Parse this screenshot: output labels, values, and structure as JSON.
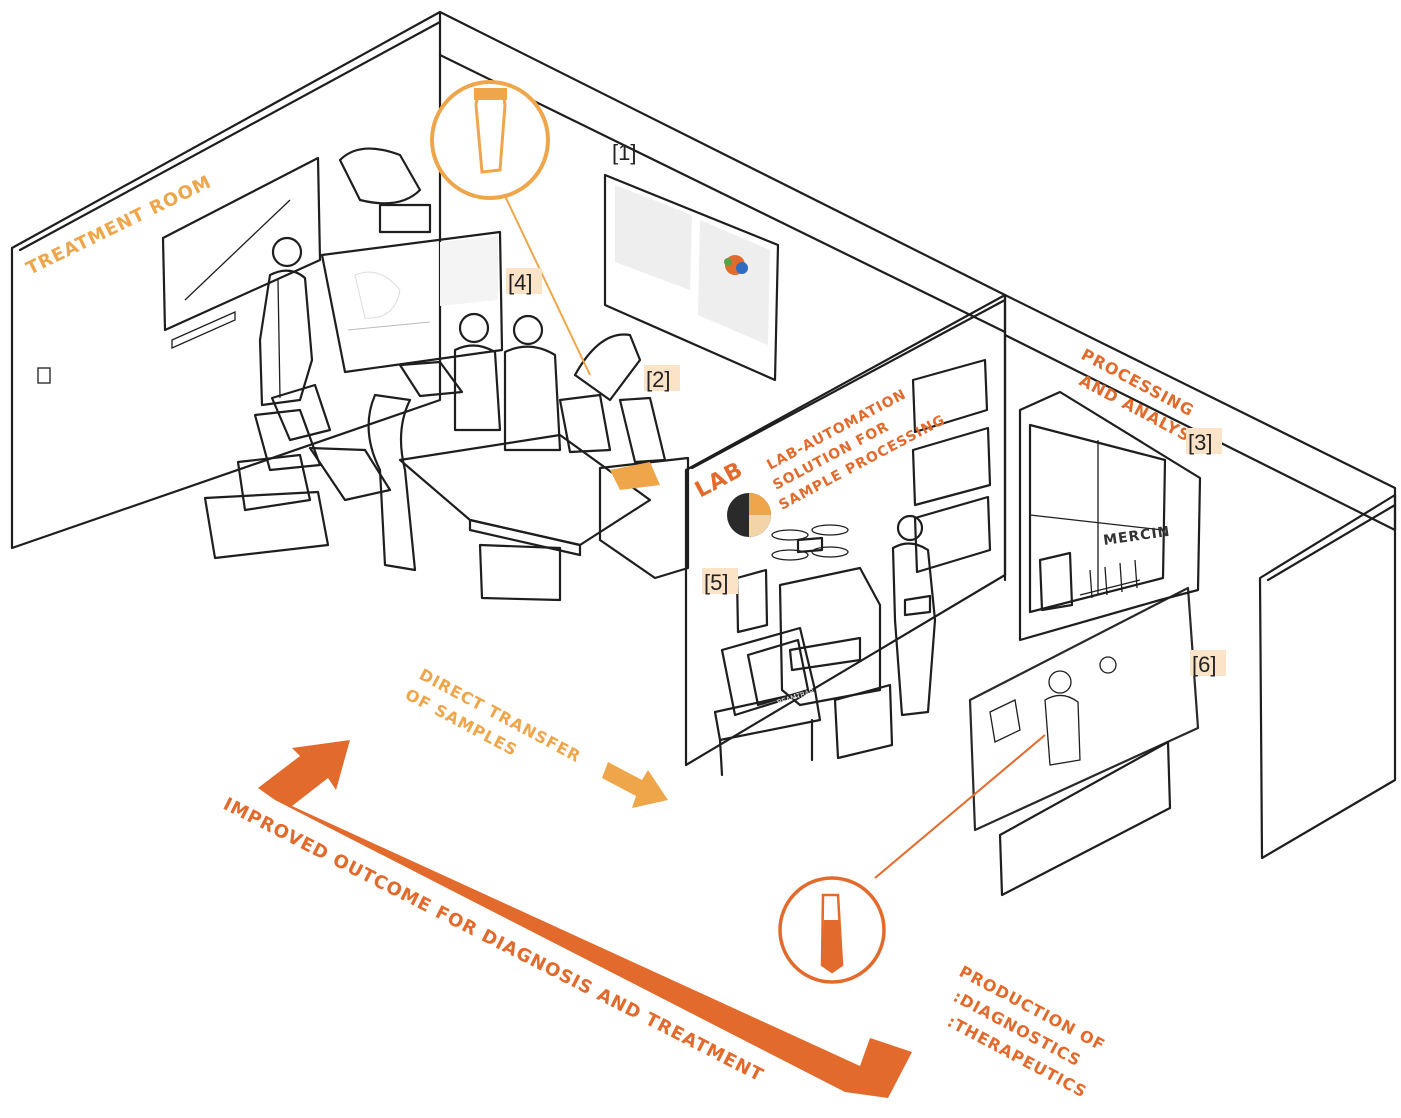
{
  "rooms": {
    "treatment_room": "TREATMENT ROOM",
    "lab": "LAB",
    "lab_automation": [
      "LAB-AUTOMATION",
      "SOLUTION FOR",
      "SAMPLE PROCESSING"
    ],
    "processing": [
      "PROCESSING",
      "AND ANALYSIS"
    ]
  },
  "refs": {
    "r1": "[1]",
    "r2": "[2]",
    "r3": "[3]",
    "r4": "[4]",
    "r5": "[5]",
    "r6": "[6]"
  },
  "brand": "MERCIN",
  "device_label": "BEAMTRAP",
  "labels": {
    "direct_transfer": [
      "DIRECT TRANSFER",
      "OF SAMPLES"
    ],
    "improved_outcome": "IMPROVED OUTCOME FOR DIAGNOSIS AND TREATMENT",
    "production": [
      "PRODUCTION OF",
      ":DIAGNOSTICS",
      ":THERAPEUTICS"
    ]
  },
  "colors": {
    "orange_light": "#efa64a",
    "orange_dark": "#e26a2c",
    "ink": "#1e1e1e",
    "ref_box": "#fbe3c8"
  }
}
